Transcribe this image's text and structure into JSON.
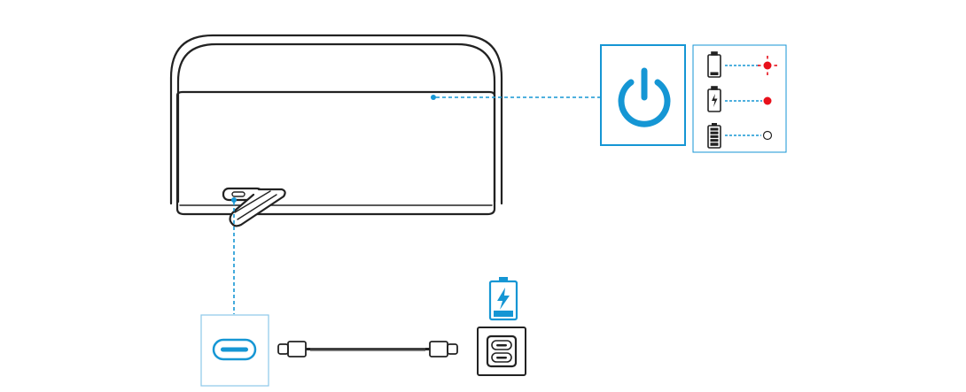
{
  "diagram": {
    "accent_color": "#1596d4",
    "line_color": "#222222",
    "red_color": "#e8101b",
    "speaker": {
      "parts": [
        "carry-handle",
        "speaker-body",
        "usb-c-port",
        "port-cover-flap"
      ]
    },
    "power_button": {
      "icon": "power-icon"
    },
    "battery_indicator": {
      "rows": [
        {
          "battery_state": "low",
          "light": "red-flashing"
        },
        {
          "battery_state": "charging",
          "light": "red-solid"
        },
        {
          "battery_state": "full",
          "light": "off"
        }
      ]
    },
    "charging": {
      "cable_icon": "usb-c-cable-icon",
      "port_icon": "usb-c-port-icon",
      "charger_icon": "usb-c-wall-charger-icon",
      "status_icon": "battery-charging-icon"
    }
  }
}
